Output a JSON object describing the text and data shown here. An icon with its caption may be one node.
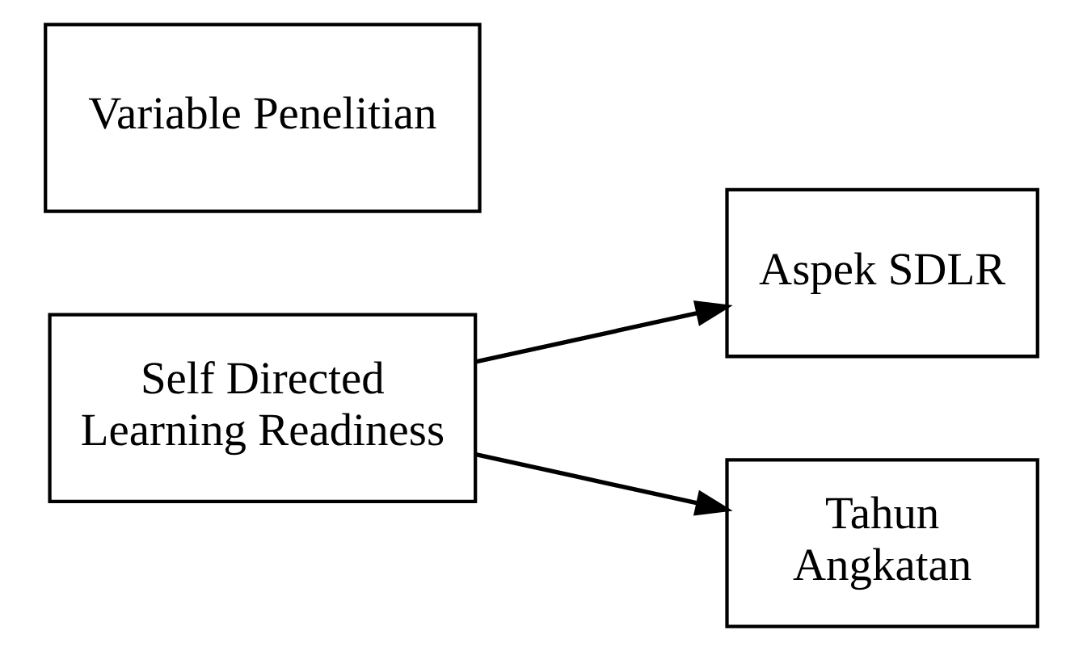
{
  "diagram": {
    "nodes": [
      {
        "text": [
          "Self Directed Learning Readiness"
        ]
      },
      {
        "text": [
          "Aspek SDLR"
        ]
      },
      {
        "text": [
          "Tahun Angkatan"
        ]
      },
      {
        "text": [
          "Variable Penelitian"
        ]
      }
    ],
    "edges": [
      {
        "from": 0,
        "to": 1,
        "arrow": "to"
      },
      {
        "from": 0,
        "to": 2,
        "arrow": "to"
      }
    ]
  }
}
